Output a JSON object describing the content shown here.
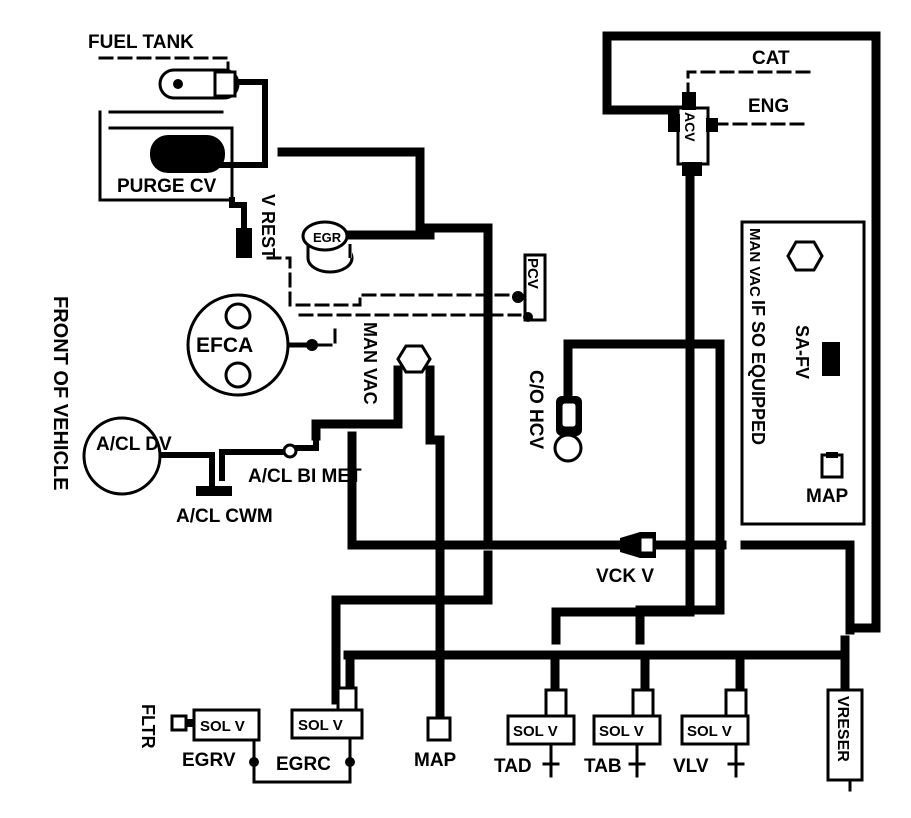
{
  "labels": {
    "fuel_tank": "FUEL TANK",
    "purge_cv": "PURGE CV",
    "v_rest": "V REST",
    "egr": "EGR",
    "pcv": "PCV",
    "efca": "EFCA",
    "man_vac_left": "MAN VAC",
    "front_of_vehicle": "FRONT OF VEHICLE",
    "acl_dv": "A/CL DV",
    "acl_bimet": "A/CL BI MET",
    "acl_cwm": "A/CL CWM",
    "cat": "CAT",
    "eng": "ENG",
    "acv": "ACV",
    "man_vac_right": "MAN VAC",
    "if_so_equipped": "IF SO EQUIPPED",
    "sa_fv": "SA-FV",
    "map_right": "MAP",
    "co_hcv": "C/O HCV",
    "vck_v": "VCK V",
    "fltr": "FLTR",
    "sol_v": "SOL V",
    "egrv": "EGRV",
    "egrc": "EGRC",
    "map_bottom": "MAP",
    "tad": "TAD",
    "tab": "TAB",
    "vlv": "VLV",
    "vreser": "VRESER"
  }
}
